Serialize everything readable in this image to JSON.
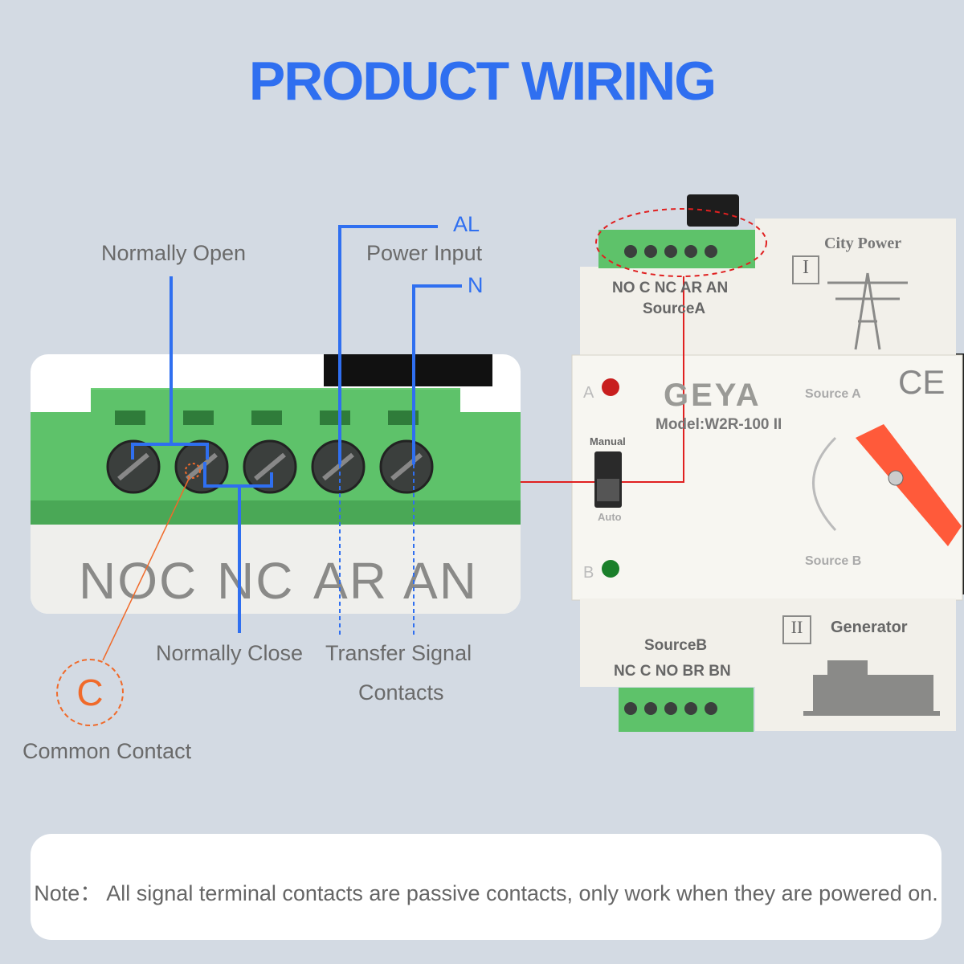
{
  "header": {
    "title": "PRODUCT WIRING"
  },
  "labels": {
    "normally_open": "Normally Open",
    "normally_close": "Normally Close",
    "transfer_signal_1": "Transfer Signal",
    "transfer_signal_2": "Contacts",
    "al": "AL",
    "power_input": "Power Input",
    "n": "N",
    "common_symbol": "C",
    "common_contact": "Common Contact"
  },
  "zoom_terminals": [
    "NO",
    "C",
    "NC",
    "AR",
    "AN"
  ],
  "device": {
    "source_a_terminals": "NO C NC AR AN",
    "source_a_label": "SourceA",
    "source_b_label": "SourceB",
    "source_b_terminals": "NC C NO BR BN",
    "city_power": "City Power",
    "roman_1": "I",
    "roman_2": "II",
    "generator": "Generator",
    "brand": "GEYA",
    "model": "Model:W2R-100 II",
    "manual": "Manual",
    "auto": "Auto",
    "source_a_knob": "Source A",
    "source_b_knob": "Source B",
    "ce": "CE",
    "led_a": "A",
    "led_b": "B"
  },
  "note": {
    "text": "Note： All signal terminal contacts are passive contacts, only work when they are powered on."
  },
  "colors": {
    "accent_blue": "#2f6ff0",
    "orange": "#f06a2a",
    "terminal_green": "#5ec26a",
    "handle_red": "#ff5a3a",
    "leader_red": "#e02020"
  }
}
